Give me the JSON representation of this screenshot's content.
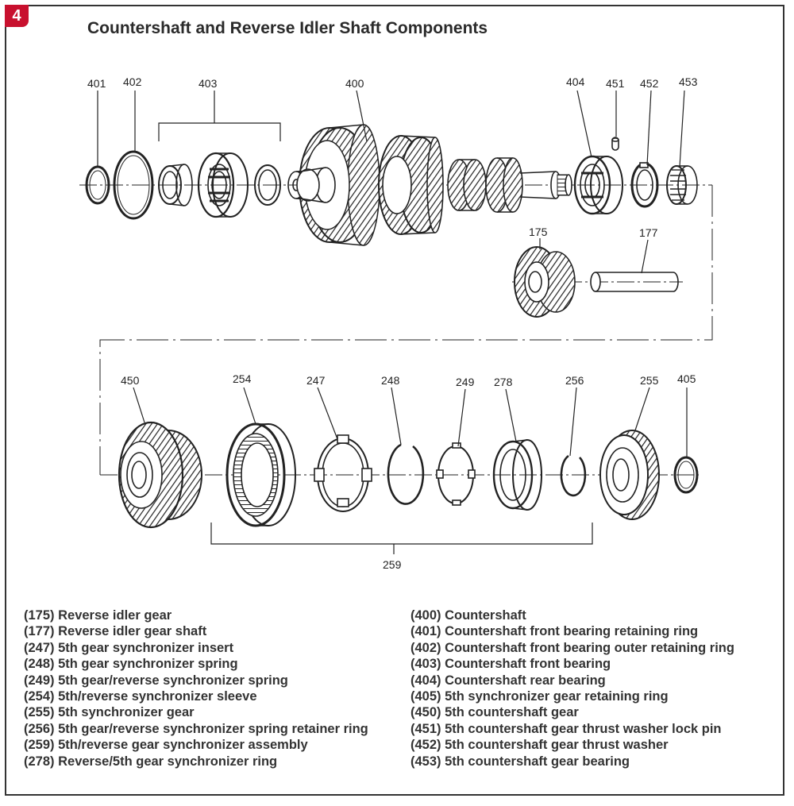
{
  "figure_number": "4",
  "title": "Countershaft and Reverse Idler Shaft Components",
  "callouts": {
    "c401": "401",
    "c402": "402",
    "c403": "403",
    "c400": "400",
    "c404": "404",
    "c451": "451",
    "c452": "452",
    "c453": "453",
    "c175": "175",
    "c177": "177",
    "c450": "450",
    "c254": "254",
    "c247": "247",
    "c248": "248",
    "c249": "249",
    "c278": "278",
    "c256": "256",
    "c255": "255",
    "c405": "405",
    "c259": "259"
  },
  "legend_left": [
    "(175) Reverse idler gear",
    "(177) Reverse idler gear shaft",
    "(247) 5th gear synchronizer insert",
    "(248) 5th gear synchronizer spring",
    "(249) 5th gear/reverse synchronizer spring",
    "(254) 5th/reverse synchronizer sleeve",
    "(255) 5th synchronizer gear",
    "(256) 5th gear/reverse synchronizer spring retainer ring",
    "(259) 5th/reverse gear synchronizer assembly",
    "(278) Reverse/5th gear synchronizer ring"
  ],
  "legend_right": [
    "(400) Countershaft",
    "(401) Countershaft front bearing retaining ring",
    "(402) Countershaft front bearing outer retaining ring",
    "(403) Countershaft front bearing",
    "(404) Countershaft rear bearing",
    "(405) 5th synchronizer gear retaining ring",
    "(450) 5th countershaft gear",
    "(451) 5th countershaft gear thrust washer lock pin",
    "(452) 5th countershaft gear thrust washer",
    "(453) 5th countershaft gear bearing"
  ],
  "colors": {
    "badge": "#c8102e",
    "line": "#222222",
    "text": "#333333"
  }
}
